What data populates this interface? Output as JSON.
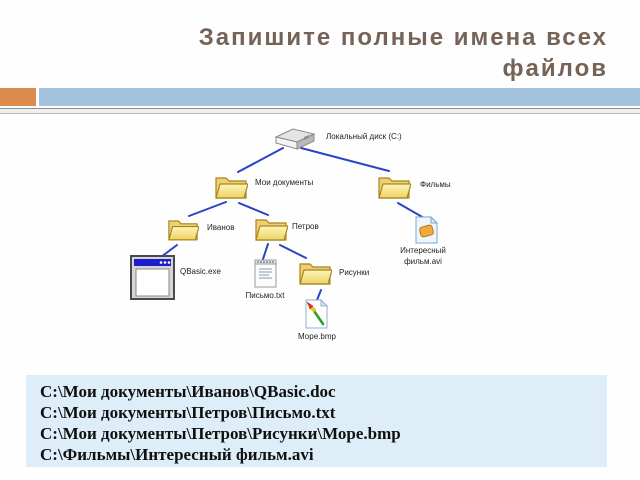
{
  "title": {
    "line1": "Запишите полные имена всех",
    "line2": "файлов"
  },
  "colors": {
    "title_text": "#766357",
    "accent_orange": "#dd8b4d",
    "accent_blue_bar": "#a5c2dd",
    "tree_line_blue": "#2945c3",
    "folder_yellow": "#f3da7a",
    "answers_background": "#ddeef9"
  },
  "icons": {
    "disk": "disk-drive-icon",
    "folder": "folder-icon",
    "program": "program-window-icon",
    "text_file": "notepad-file-icon",
    "image_file": "bitmap-file-icon",
    "video_file": "video-file-icon"
  },
  "tree": {
    "disk_label": "Локальный диск (C:)",
    "folder_my_documents": "Мои документы",
    "folder_films": "Фильмы",
    "folder_ivanov": "Иванов",
    "folder_petrov": "Петров",
    "folder_pictures": "Рисунки",
    "file_qbasic": "QBasic.exe",
    "file_letter": "Письмо.txt",
    "file_sea": "Море.bmp",
    "file_film_line1": "Интересный",
    "file_film_line2": "фильм.avi"
  },
  "answers": {
    "lines": [
      "C:\\Мои документы\\Иванов\\QBasic.doc",
      "C:\\Мои документы\\Петров\\Письмо.txt",
      "C:\\Мои документы\\Петров\\Рисунки\\Море.bmp",
      "C:\\Фильмы\\Интересный фильм.avi"
    ]
  }
}
